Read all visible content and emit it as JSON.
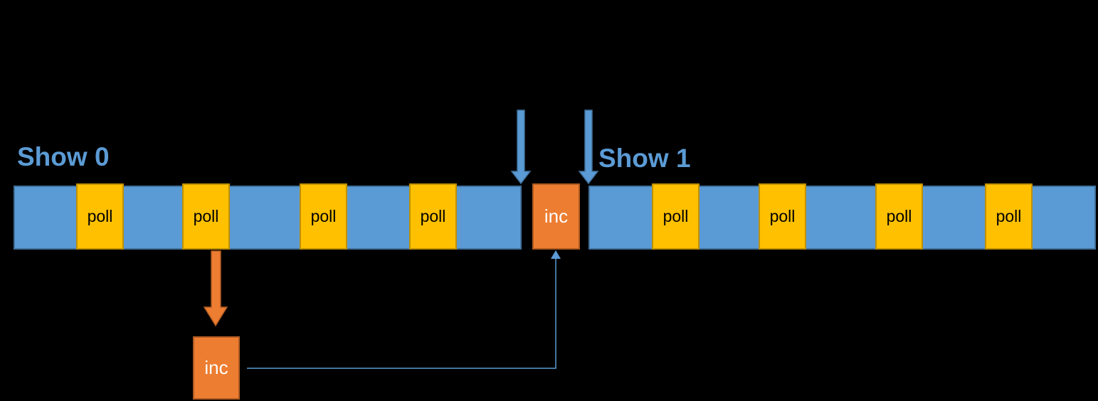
{
  "colors": {
    "bar-fill": "#5B9BD5",
    "bar-border": "#41719C",
    "poll-fill": "#FFC000",
    "poll-border": "#BF9000",
    "inc-fill": "#ED7D31",
    "inc-border": "#AE5A21",
    "label-text": "#5B9BD5",
    "poll-text": "#000000",
    "inc-text": "#FFFFFF",
    "connector": "#5B9BD5",
    "bg": "#000000"
  },
  "show0": {
    "label": "Show 0",
    "events": [
      "poll",
      "poll",
      "poll",
      "poll"
    ],
    "inc": "inc"
  },
  "show1": {
    "label": "Show 1",
    "events": [
      "poll",
      "poll",
      "poll",
      "poll"
    ]
  },
  "detail": {
    "inc": "inc"
  }
}
